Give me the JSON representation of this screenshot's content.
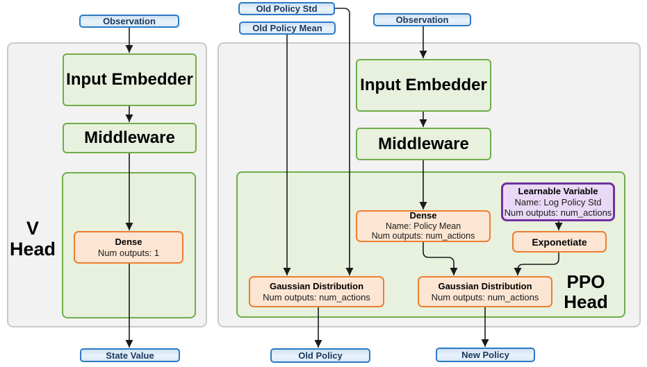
{
  "colors": {
    "blue_border": "#2b79c2",
    "blue_fill": "#dbe9f8",
    "blue_text": "#17365d",
    "green_border": "#70ad47",
    "green_fill": "#e7f1de",
    "orange_border": "#ed7d31",
    "orange_fill": "#fce6d3",
    "purple_border": "#7030a0",
    "purple_fill": "#e9d9f7",
    "panel_fill": "#f2f2f2",
    "panel_border": "#c9c9c9",
    "connector": "#1a1a1a"
  },
  "v_head": {
    "title_line1": "V",
    "title_line2": "Head",
    "observation": "Observation",
    "input_embedder": "Input Embedder",
    "middleware": "Middleware",
    "dense": {
      "title": "Dense",
      "outputs": "Num outputs: 1"
    },
    "state_value": "State Value"
  },
  "ppo_head": {
    "title_line1": "PPO",
    "title_line2": "Head",
    "old_policy_std": "Old Policy Std",
    "old_policy_mean": "Old Policy Mean",
    "observation": "Observation",
    "input_embedder": "Input Embedder",
    "middleware": "Middleware",
    "dense": {
      "title": "Dense",
      "name": "Name: Policy Mean",
      "outputs": "Num outputs: num_actions"
    },
    "learnable_variable": {
      "title": "Learnable Variable",
      "name": "Name: Log Policy Std",
      "outputs": "Num outputs: num_actions"
    },
    "exponetiate": "Exponetiate",
    "gaussian_old": {
      "title": "Gaussian Distribution",
      "outputs": "Num outputs: num_actions"
    },
    "gaussian_new": {
      "title": "Gaussian Distribution",
      "outputs": "Num outputs: num_actions"
    },
    "old_policy": "Old Policy",
    "new_policy": "New Policy"
  }
}
